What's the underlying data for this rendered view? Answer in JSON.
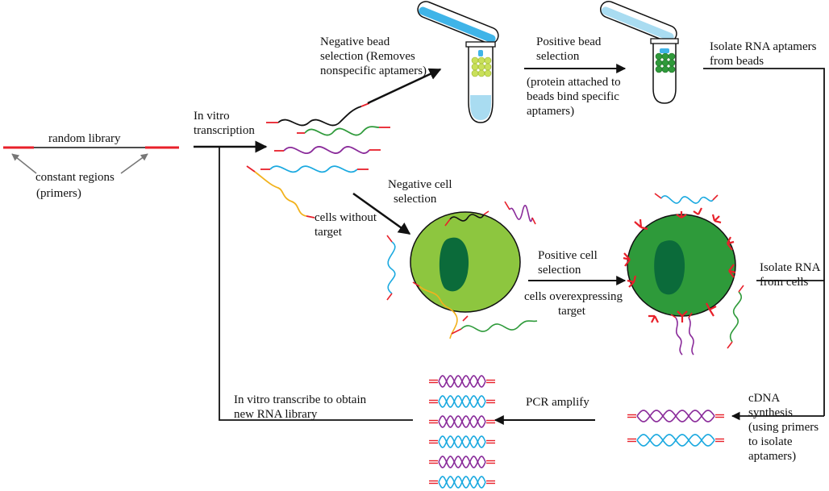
{
  "labels": {
    "random_library": "random library",
    "constant_regions": [
      "constant regions",
      "(primers)"
    ],
    "in_vitro_transcription": [
      "In vitro",
      "transcription"
    ],
    "negative_bead_selection": [
      "Negative bead",
      "selection (Removes",
      "nonspecific aptamers)"
    ],
    "positive_bead_selection": [
      "Positive bead",
      "selection"
    ],
    "protein_attached": [
      "(protein attached to",
      "beads bind specific",
      "aptamers)"
    ],
    "isolate_rna_aptamers": [
      "Isolate RNA aptamers",
      "from beads"
    ],
    "negative_cell_selection": [
      "Negative cell",
      "selection"
    ],
    "cells_without_target": [
      "cells without",
      "target"
    ],
    "positive_cell_selection": [
      "Positive cell",
      "selection"
    ],
    "cells_overexpressing": [
      "cells overexpressing",
      "target"
    ],
    "isolate_rna_cells": [
      "Isolate RNA",
      "from cells"
    ],
    "cdna_synthesis": [
      "cDNA",
      "synthesis",
      "(using primers",
      "to isolate",
      "aptamers)"
    ],
    "pcr_amplify": "PCR amplify",
    "in_vitro_transcribe": [
      "In vitro transcribe to obtain",
      "new RNA library"
    ]
  },
  "colors": {
    "primer_red": "#e8202a",
    "black_strand": "#111111",
    "green_strand": "#2e9a3a",
    "purple_strand": "#8a2b9a",
    "cyan_strand": "#1aa9e0",
    "yellow_strand": "#f2b21c",
    "cell_light": "#8dc63f",
    "cell_dark": "#2e9a3a",
    "nucleus_dark": "#0b6b3a",
    "tube_blue": "#3fb4e8",
    "bead_yellow": "#c9e05a",
    "bead_green": "#2f9a3a"
  }
}
